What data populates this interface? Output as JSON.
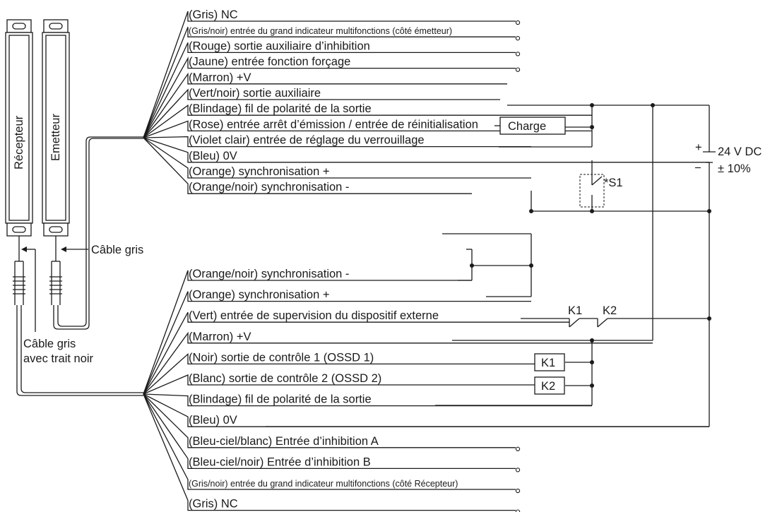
{
  "devices": {
    "receiver_label": "Récepteur",
    "emitter_label": "Emetteur"
  },
  "cables": {
    "emitter_cable": "Câble gris",
    "receiver_cable_line1": "Câble gris",
    "receiver_cable_line2": "avec trait noir"
  },
  "emitter_wires": [
    "(Gris) NC",
    "(Gris/noir) entrée du grand indicateur multifonctions (côté émetteur)",
    "(Rouge) sortie auxiliaire d’inhibition",
    "(Jaune) entrée fonction forçage",
    "(Marron) +V",
    "(Vert/noir) sortie auxiliaire",
    "(Blindage) fil de polarité de la sortie",
    "(Rose) entrée arrêt d’émission / entrée de réinitialisation",
    "(Violet clair) entrée de réglage du verrouillage",
    "(Bleu) 0V",
    "(Orange) synchronisation +",
    "(Orange/noir) synchronisation -"
  ],
  "receiver_wires": [
    "(Orange/noir) synchronisation -",
    "(Orange) synchronisation +",
    "(Vert) entrée de supervision du dispositif externe",
    "(Marron) +V",
    "(Noir) sortie de contrôle 1 (OSSD 1)",
    "(Blanc) sortie de contrôle 2 (OSSD 2)",
    "(Blindage) fil de polarité de la sortie",
    "(Bleu) 0V",
    "(Bleu-ciel/blanc) Entrée d’inhibition A",
    "(Bleu-ciel/noir) Entrée d’inhibition B",
    "(Gris/noir) entrée du grand indicateur multifonctions (côté Récepteur)",
    "(Gris) NC"
  ],
  "components": {
    "load": "Charge",
    "relay_k1": "K1",
    "relay_k2": "K2",
    "contact_k1": "K1",
    "contact_k2": "K2",
    "switch_s1": "*S1"
  },
  "power_supply": {
    "plus_sign": "+",
    "minus_sign": "−",
    "voltage": "24 V DC",
    "tolerance": "± 10%"
  }
}
